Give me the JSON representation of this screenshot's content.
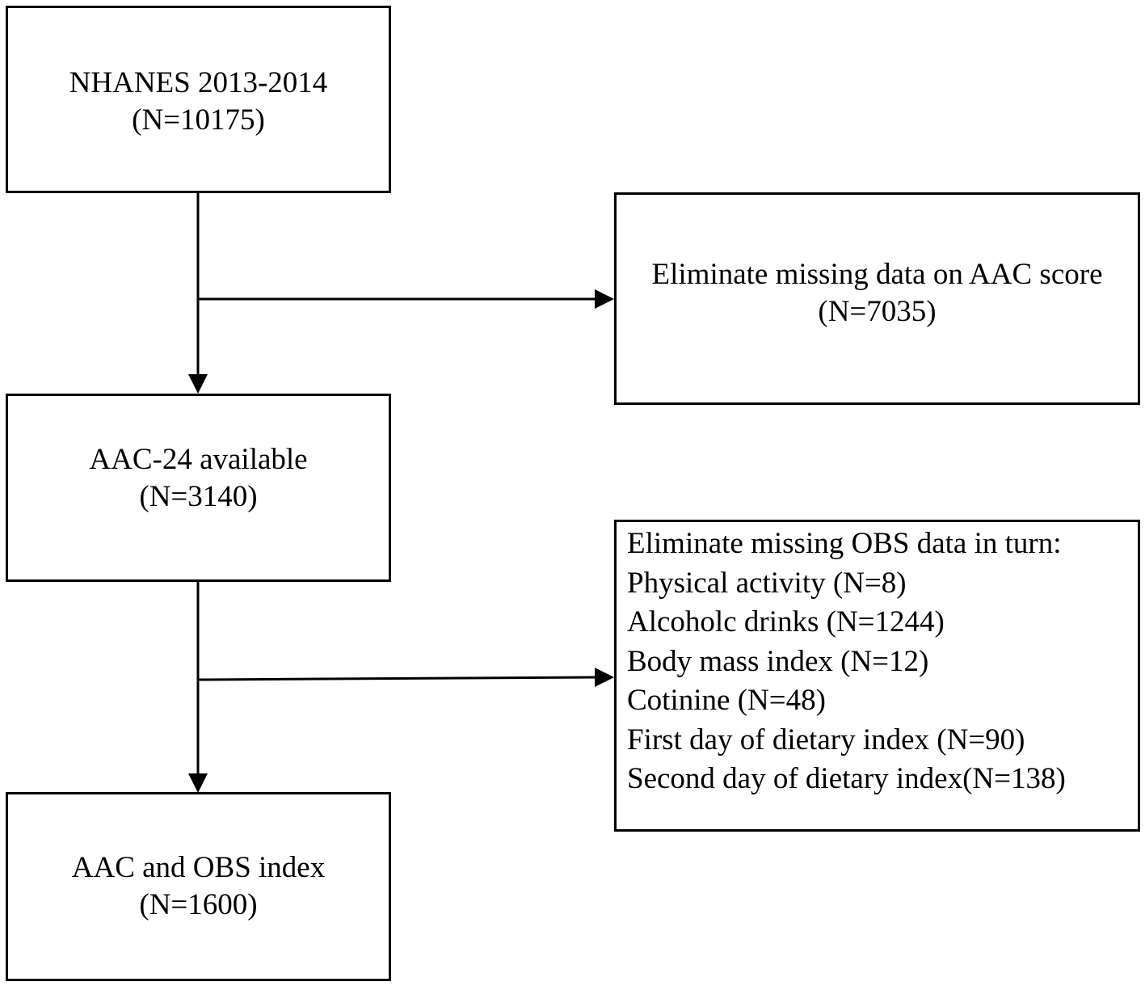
{
  "boxes": {
    "start": {
      "title": "NHANES 2013-2014",
      "count": "(N=10175)"
    },
    "exclusion_1": {
      "title": "Eliminate missing data on AAC score",
      "count": "(N=7035)"
    },
    "intermediate": {
      "title": "AAC-24 available",
      "count": "(N=3140)"
    },
    "exclusion_2": {
      "heading": "Eliminate missing OBS data in turn:",
      "items": [
        "Physical activity (N=8)",
        "Alcoholc drinks (N=1244)",
        "Body mass index (N=12)",
        "Cotinine (N=48)",
        "First day of dietary index (N=90)",
        "Second day of dietary index(N=138)"
      ]
    },
    "final": {
      "title": "AAC and OBS index",
      "count": "(N=1600)"
    }
  },
  "colors": {
    "stroke": "#000000",
    "background": "#ffffff"
  }
}
